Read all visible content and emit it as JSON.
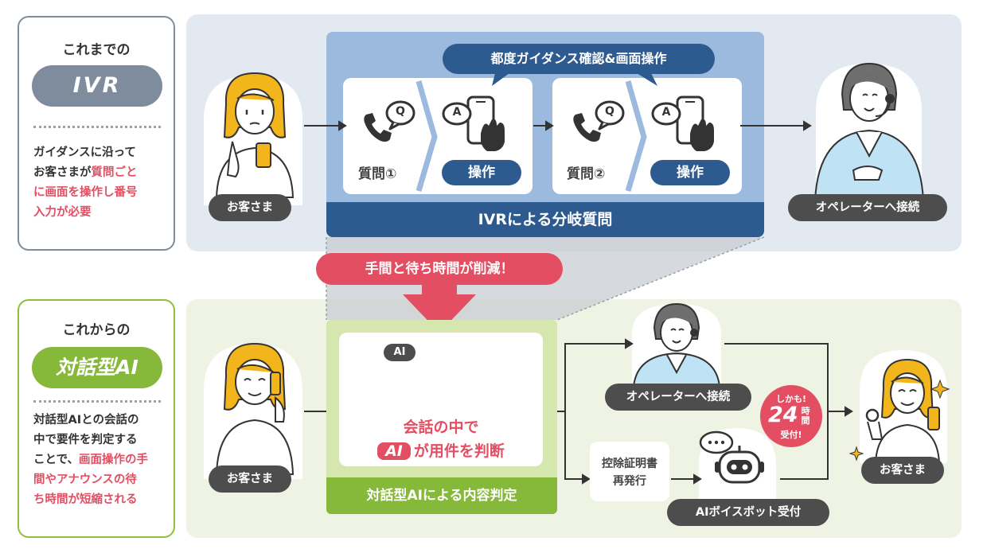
{
  "top_panel": {
    "heading": "これまでの",
    "tag": "IVR",
    "desc_lines": [
      {
        "parts": [
          {
            "t": "ガイダンスに沿って",
            "red": false
          }
        ]
      },
      {
        "parts": [
          {
            "t": "お客さまが",
            "red": false
          },
          {
            "t": "質問ごと",
            "red": true
          }
        ]
      },
      {
        "parts": [
          {
            "t": "に画面を操作し番号",
            "red": true
          }
        ]
      },
      {
        "parts": [
          {
            "t": "入力が必要",
            "red": true
          }
        ]
      }
    ],
    "customer_label": "お客さま",
    "guidance_label": "都度ガイダンス確認&画面操作",
    "question1_label": "質問①",
    "question2_label": "質問②",
    "operate_label": "操作",
    "ivr_bar_label": "IVRによる分岐質問",
    "operator_label": "オペレーターへ接続",
    "icon_q": "Q",
    "icon_a": "A"
  },
  "reduction_banner": "手間と待ち時間が削減！",
  "bottom_panel": {
    "heading": "これからの",
    "tag": "対話型AI",
    "desc_lines": [
      {
        "parts": [
          {
            "t": "対話型AIとの会話の",
            "red": false
          }
        ]
      },
      {
        "parts": [
          {
            "t": "中で要件を判定する",
            "red": false
          }
        ]
      },
      {
        "parts": [
          {
            "t": "ことで、",
            "red": false
          },
          {
            "t": "画面操作の手",
            "red": true
          }
        ]
      },
      {
        "parts": [
          {
            "t": "間やアナウンスの待",
            "red": true
          }
        ]
      },
      {
        "parts": [
          {
            "t": "ち時間が短縮される",
            "red": true
          }
        ]
      }
    ],
    "customer_label": "お客さま",
    "ai_badge": "AI",
    "ai_line1": "会話の中で",
    "ai_chip": "AI",
    "ai_line2_rest": "が用件を判断",
    "ai_bar_label": "対話型AIによる内容判定",
    "operator_label": "オペレーターへ接続",
    "deduction_lines": [
      "控除証明書",
      "再発行"
    ],
    "voicebot_label": "AIボイスボット受付",
    "badge": {
      "top": "しかも!",
      "number": "24",
      "unit": "時間",
      "bottom": "受付!"
    },
    "end_customer_label": "お客さま"
  },
  "colors": {
    "ivr_gray": "#7f8c9e",
    "ivr_navy": "#2e5b8f",
    "ivr_light": "#9cb9de",
    "ai_green": "#86b83a",
    "ai_light": "#d5e7ae",
    "accent_red": "#e34e63",
    "hair_yellow": "#f3b51c"
  }
}
